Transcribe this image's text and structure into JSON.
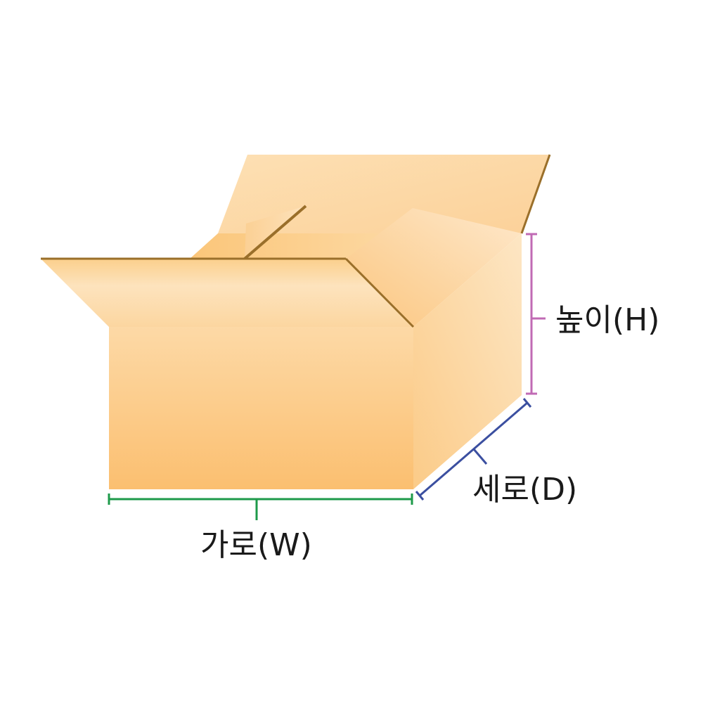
{
  "labels": {
    "width": "가로(W)",
    "depth": "세로(D)",
    "height": "높이(H)"
  },
  "colors": {
    "width_line": "#1e9a4a",
    "depth_line": "#3b4fa0",
    "height_line": "#c06ab4",
    "box_edge": "#9a6f2a",
    "box_face_light": "#fde3bb",
    "box_face_dark": "#fbc072"
  }
}
